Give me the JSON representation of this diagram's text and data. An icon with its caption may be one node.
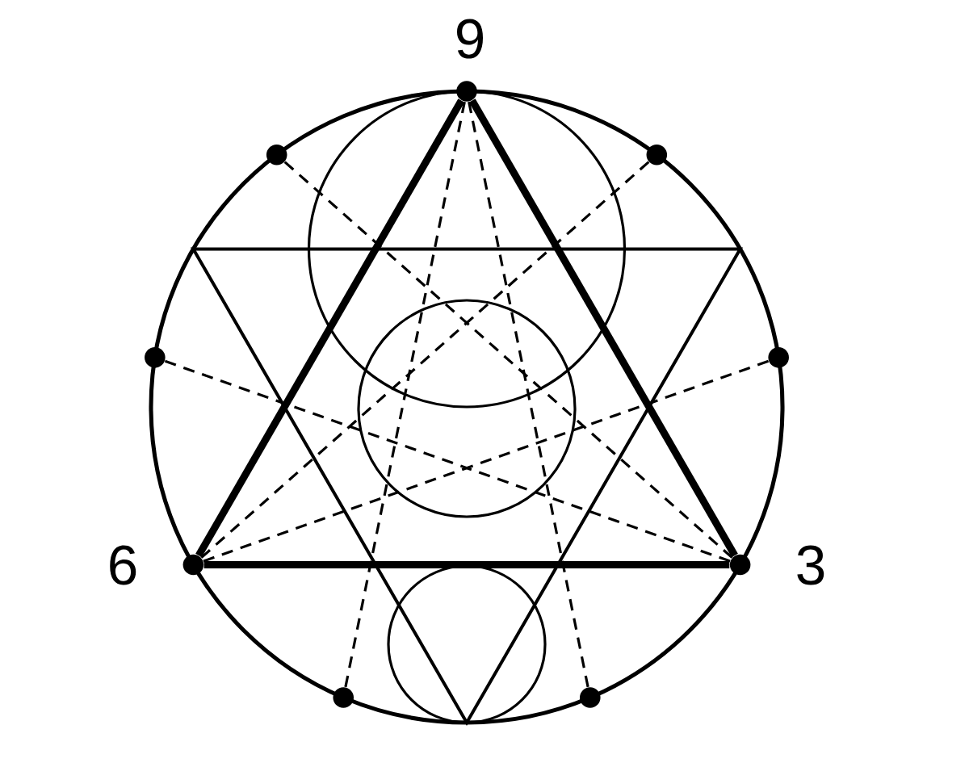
{
  "diagram": {
    "nodes": [
      {
        "text": [],
        "shape": "circle",
        "beside": [
          "9"
        ]
      },
      {
        "text": [],
        "shape": "circle"
      },
      {
        "text": [],
        "shape": "circle"
      },
      {
        "text": [],
        "shape": "circle"
      },
      {
        "text": [],
        "shape": "circle"
      },
      {
        "text": [],
        "shape": "circle",
        "beside": [
          "6"
        ]
      },
      {
        "text": [],
        "shape": "circle",
        "beside": [
          "3"
        ]
      },
      {
        "text": [],
        "shape": "circle"
      },
      {
        "text": [],
        "shape": "circle"
      }
    ],
    "edges": [
      {
        "from": 0,
        "to": 6,
        "arrow": "none",
        "style": "thick"
      },
      {
        "from": 6,
        "to": 5,
        "arrow": "none",
        "style": "thick"
      },
      {
        "from": 5,
        "to": 0,
        "arrow": "none",
        "style": "thick"
      },
      {
        "from": 0,
        "to": 7,
        "arrow": "none",
        "style": "dashed"
      },
      {
        "from": 0,
        "to": 8,
        "arrow": "none",
        "style": "dashed"
      },
      {
        "from": 1,
        "to": 6,
        "arrow": "none",
        "style": "dashed"
      },
      {
        "from": 2,
        "to": 5,
        "arrow": "none",
        "style": "dashed"
      },
      {
        "from": 3,
        "to": 6,
        "arrow": "none",
        "style": "dashed"
      },
      {
        "from": 4,
        "to": 5,
        "arrow": "none",
        "style": "dashed"
      }
    ]
  }
}
